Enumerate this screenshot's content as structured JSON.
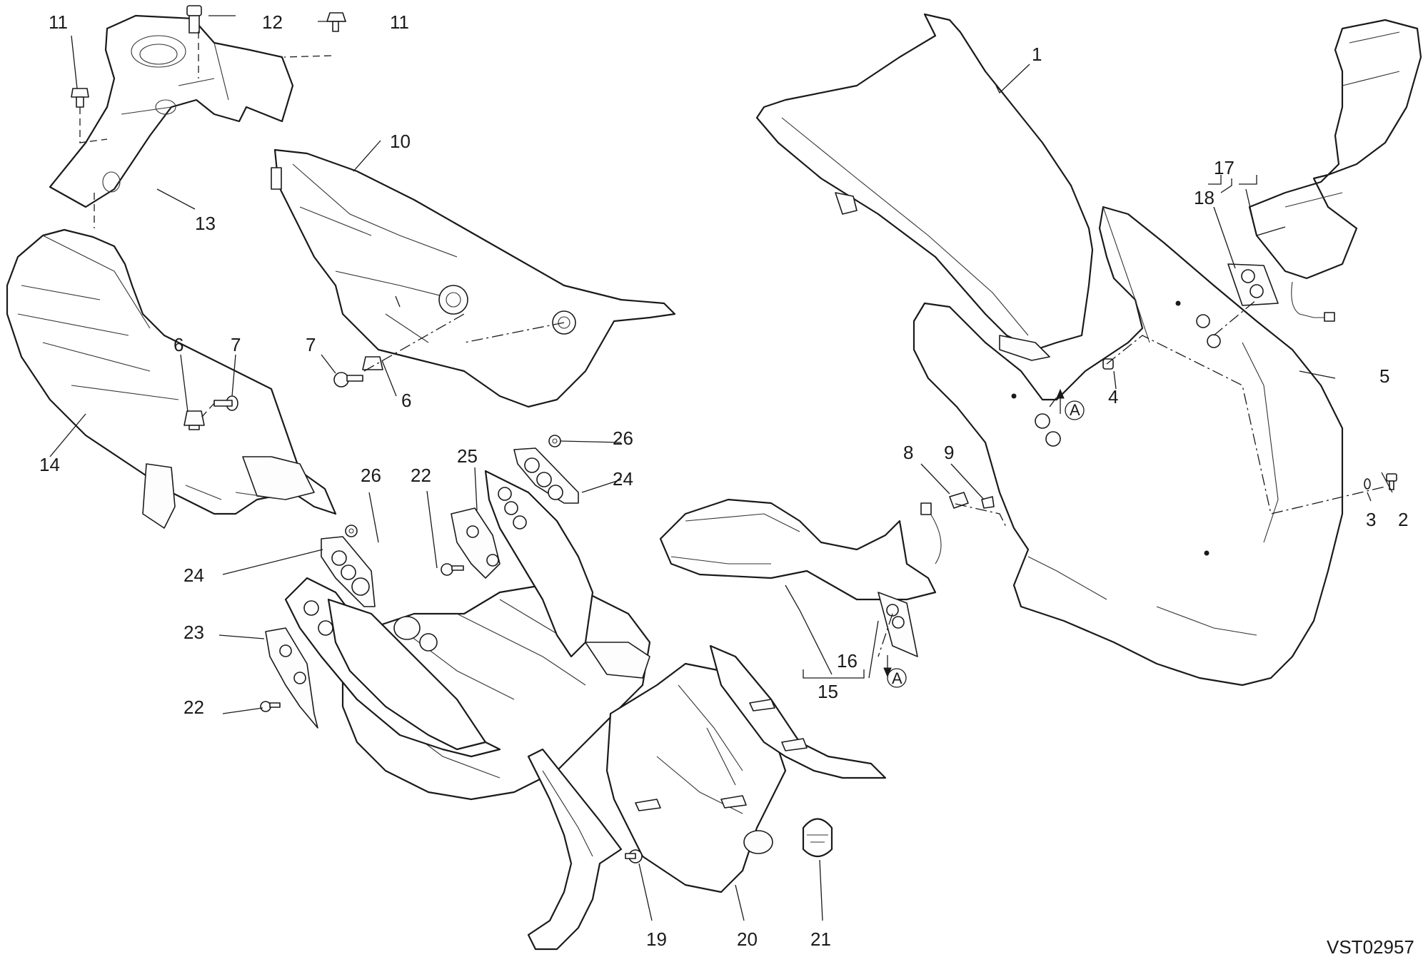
{
  "diagram_code": "VST02957",
  "reference_mark": "A",
  "callouts": {
    "c1": "1",
    "c2": "2",
    "c3": "3",
    "c4": "4",
    "c5": "5",
    "c6a": "6",
    "c6b": "6",
    "c7a": "7",
    "c7b": "7",
    "c8": "8",
    "c9": "9",
    "c10": "10",
    "c11a": "11",
    "c11b": "11",
    "c12": "12",
    "c13": "13",
    "c14": "14",
    "c15": "15",
    "c16": "16",
    "c17": "17",
    "c18": "18",
    "c19": "19",
    "c20": "20",
    "c21": "21",
    "c22a": "22",
    "c22b": "22",
    "c23": "23",
    "c24a": "24",
    "c24b": "24",
    "c25": "25",
    "c26a": "26",
    "c26b": "26"
  }
}
